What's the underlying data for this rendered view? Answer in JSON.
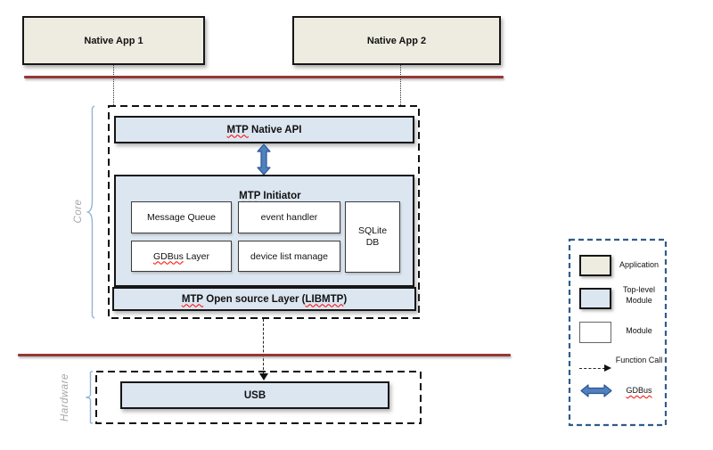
{
  "apps": {
    "app1": "Native App 1",
    "app2": "Native App 2"
  },
  "core": {
    "section_label": "Core",
    "native_api": {
      "mtp": "MTP",
      "rest": " Native API"
    },
    "initiator": {
      "title_mtp": "MTP",
      "title_rest": " Initiator",
      "message_queue": "Message Queue",
      "event_handler": "event handler",
      "gdbus_word": "GDBus",
      "gdbus_rest": " Layer",
      "device_list": "device list manage",
      "sqlite_line1": "SQLite",
      "sqlite_line2": "DB"
    },
    "open_source": {
      "mtp": "MTP",
      "mid": " Open source Layer (",
      "libmtp": "LIBMTP",
      "close": ")"
    }
  },
  "hardware": {
    "section_label": "Hardware",
    "usb": "USB"
  },
  "legend": {
    "application": "Application",
    "top_level_module": "Top-level Module",
    "module": "Module",
    "function_call": "Function Call",
    "gdbus": "GDBus"
  },
  "colors": {
    "application_fill": "#EEECE1",
    "top_level_module_fill": "#DCE6F1",
    "module_fill": "#FFFFFF",
    "gdbus_arrow_fill": "#4F81BD",
    "gdbus_arrow_stroke": "#2F5597",
    "separator_red": "#953735",
    "legend_border_blue": "#2F5C8D",
    "section_label_gray": "#A6A6A6",
    "brace_blue": "#95B3D7",
    "spellcheck_red": "#FF0000"
  }
}
